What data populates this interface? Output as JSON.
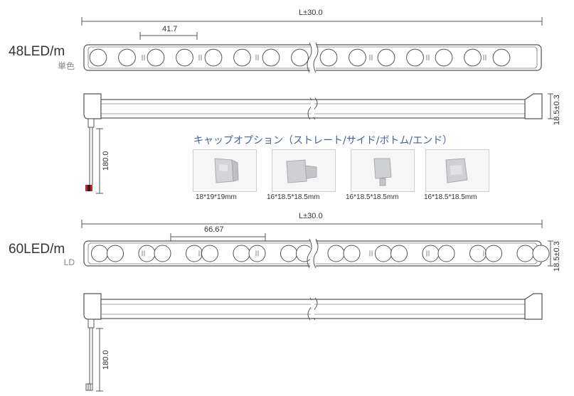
{
  "strip_48": {
    "type_label": "48LED/m",
    "sub_label": "単色",
    "length_label": "L±30.0",
    "pitch_label": "41.7"
  },
  "side_1": {
    "height_label": "18.5±0.3",
    "cable_label": "180.0"
  },
  "caps": {
    "caption": "キャップオプション（ストレート/サイド/ボトム/エンド）",
    "items": [
      {
        "size": "18*19*19mm"
      },
      {
        "size": "16*18.5*18.5mm"
      },
      {
        "size": "16*18.5*18.5mm"
      },
      {
        "size": "16*18.5*18.5mm"
      }
    ]
  },
  "strip_60": {
    "type_label": "60LED/m",
    "sub_label": "LD",
    "length_label": "L±30.0",
    "pitch_label": "66.67",
    "height_label": "18.5±0.3"
  },
  "side_2": {
    "cable_label": "180.0"
  },
  "colors": {
    "outline": "#555555",
    "caption_blue": "#4a5fa0",
    "wire_red": "#cc2222"
  }
}
